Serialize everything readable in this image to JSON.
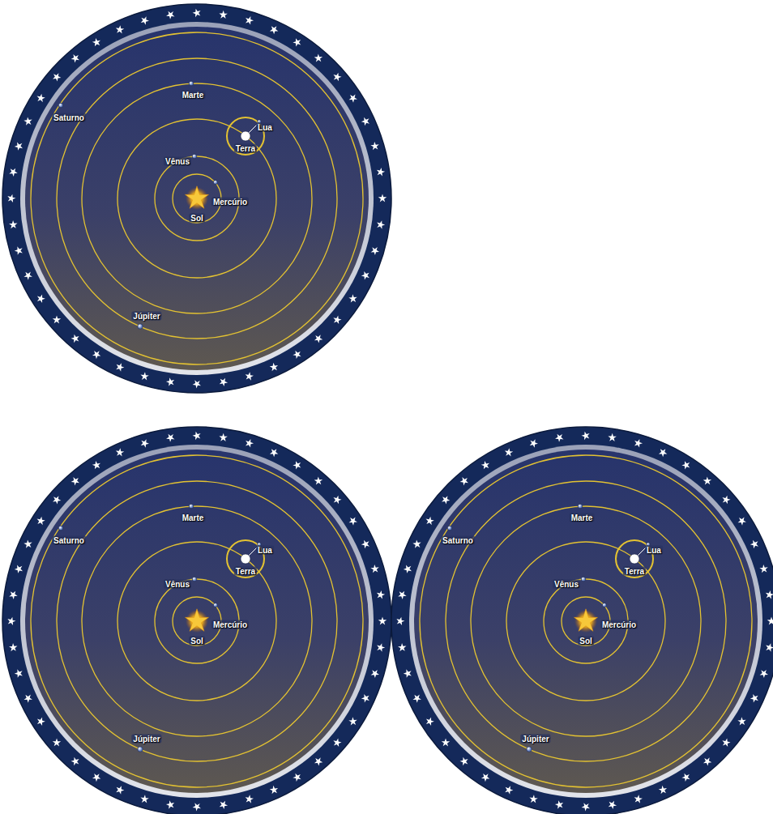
{
  "diagram": {
    "labels": [
      "Marte",
      "Saturno",
      "Lua",
      "Terra",
      "Vênus",
      "Mercúrio",
      "Sol",
      "Júpiter",
      "Marte",
      "Saturno",
      "Lua",
      "Terra",
      "Vênus",
      "Mercúrio",
      "Sol",
      "Júpiter",
      "Marte",
      "Saturno",
      "Lua",
      "Terra",
      "Vênus",
      "Mercúrio",
      "Sol",
      "Júpiter"
    ]
  }
}
